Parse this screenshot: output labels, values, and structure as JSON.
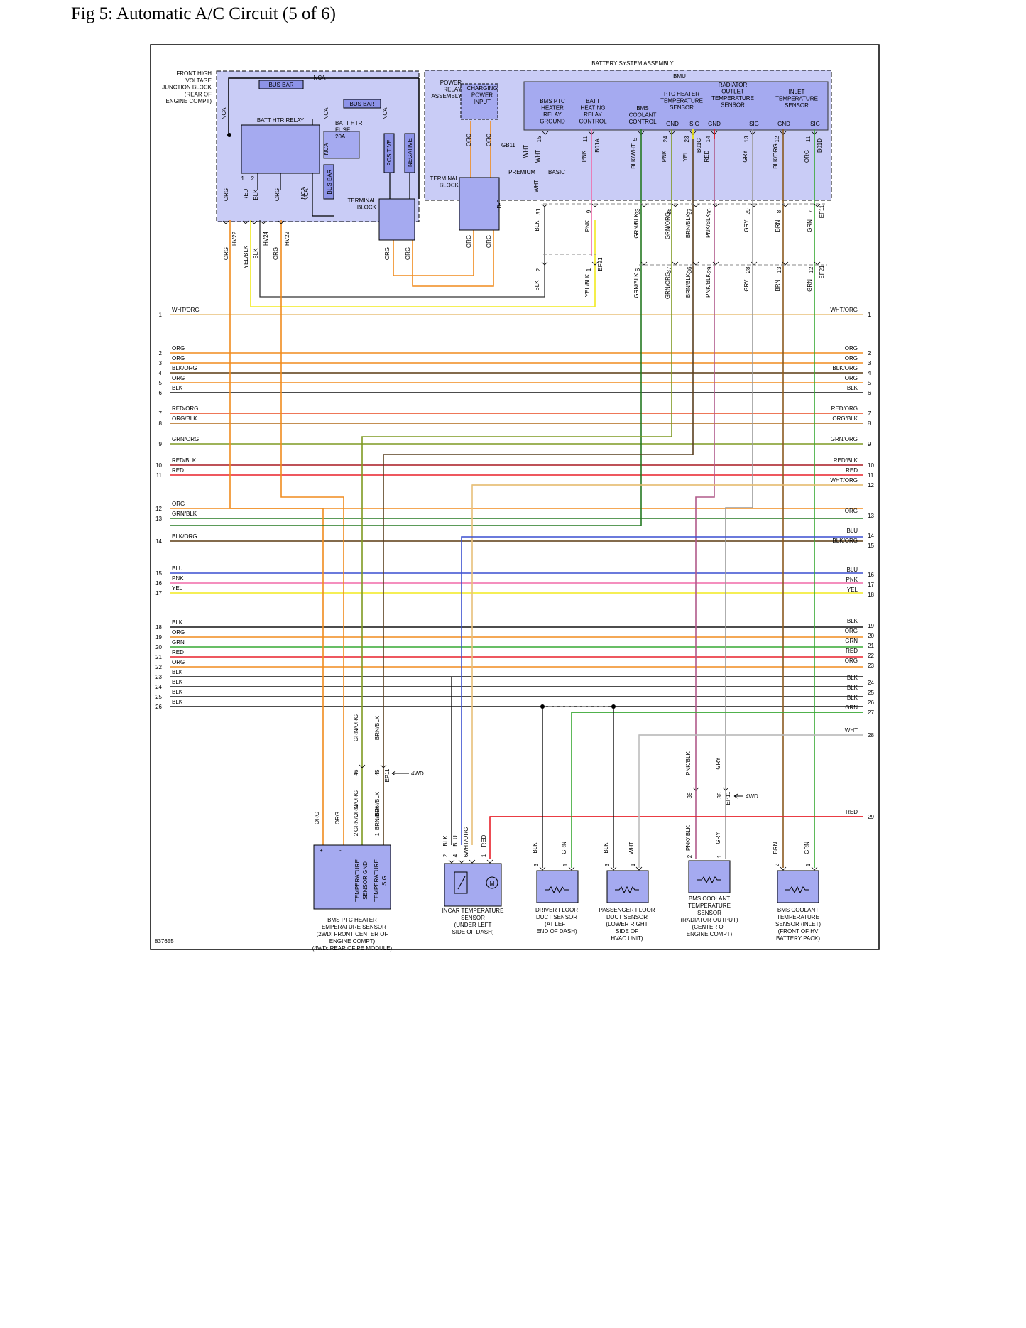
{
  "title": "Fig 5: Automatic A/C Circuit (5 of 6)",
  "figure_id": "837655",
  "colors": {
    "ORG": "#f08c1e",
    "BLK": "#111111",
    "RED": "#e8202a",
    "GRN": "#37a832",
    "BLU": "#3a4fd0",
    "PNK": "#f06aa8",
    "YEL": "#f2ea1e",
    "WHT": "#bdbdbd",
    "GRY": "#9a9a9a",
    "BRN": "#8a5a20",
    "GRN/ORG": "#7f9a22",
    "BRN/BLK": "#5a4020",
    "BLK/ORG": "#5a3a10",
    "RED/ORG": "#e84a20",
    "ORG/BLK": "#b06a18",
    "RED/BLK": "#a81820",
    "GRN/BLK": "#257a22",
    "WHT/ORG": "#e8c07a",
    "BLK/WHT": "#555555",
    "YEL/BLK": "#c4be1a",
    "PNK/BLK": "#b05a8a",
    "GRN/BLK2": "#257a22",
    "box_fill": "#c9ccf6",
    "comp_fill": "#a5aaf0",
    "dark_fill": "#8d93e8"
  },
  "modules": {
    "fhvjb": [
      "FRONT HIGH",
      "VOLTAGE",
      "JUNCTION BLOCK",
      "(REAR OF",
      "ENGINE COMPT)"
    ],
    "bus_bar": "BUS BAR",
    "nca": "NCA",
    "batt_htr_relay": "BATT HTR RELAY",
    "batt_htr_fuse": [
      "BATT HTR",
      "FUSE",
      "20A"
    ],
    "positive": "POSITIVE",
    "negative": "NEGATIVE",
    "terminal_block": [
      "TERMINAL",
      "BLOCK"
    ],
    "battery_system_assembly": "BATTERY SYSTEM ASSEMBLY",
    "bmu": "BMU",
    "power_relay_assembly": [
      "POWER",
      "RELAY",
      "ASSEMBLY"
    ],
    "charging_power_input": [
      "CHARGING",
      "POWER",
      "INPUT"
    ],
    "gb11": "GB11",
    "premium": "PREMIUM",
    "basic": "BASIC",
    "hbf": "HB-F",
    "bms_ptc_relay_ground": [
      "BMS PTC",
      "HEATER",
      "RELAY",
      "GROUND"
    ],
    "batt_heating_relay_control": [
      "BATT",
      "HEATING",
      "RELAY",
      "CONTROL"
    ],
    "bms_coolant_control": [
      "BMS",
      "COOLANT",
      "CONTROL"
    ],
    "ptc_heater_temp_sensor": [
      "PTC HEATER",
      "TEMPERATURE",
      "SENSOR"
    ],
    "radiator_outlet_temp_sensor": [
      "RADIATOR",
      "OUTLET",
      "TEMPERATURE",
      "SENSOR"
    ],
    "inlet_temp_sensor": [
      "INLET",
      "TEMPERATURE",
      "SENSOR"
    ],
    "gnd": "GND",
    "sig": "SIG",
    "four_wd": "4WD"
  },
  "connectors": {
    "hv22": "HV22",
    "hv24": "HV24",
    "b01a": "B01A",
    "b01c": "B01C",
    "b01d": "B01D",
    "ef21": "EF21",
    "ef11": "EF11",
    "ef11b": "EF11",
    "ef21b": "EF21",
    "ep11": "EP11",
    "ep11b": "EP11"
  },
  "jb_wires": [
    {
      "label": "ORG",
      "pin": ""
    },
    {
      "label": "RED",
      "pin": "1"
    },
    {
      "label": "BLK",
      "pin": "2"
    },
    {
      "label": "ORG",
      "pin": ""
    },
    {
      "label": "NCA",
      "pin": ""
    }
  ],
  "bmu_pins": [
    {
      "label": "WHT",
      "pin": "15"
    },
    {
      "label": "PNK",
      "pin": "11"
    },
    {
      "label": "BLK/WHT",
      "pin": "5"
    },
    {
      "label": "PNK",
      "pin": "24"
    },
    {
      "label": "YEL",
      "pin": "23"
    },
    {
      "label": "RED",
      "pin": "14"
    },
    {
      "label": "GRY",
      "pin": "13"
    },
    {
      "label": "BLK/ORG",
      "pin": "12"
    },
    {
      "label": "ORG",
      "pin": "11"
    }
  ],
  "mid_pins": [
    {
      "label": "BLK",
      "pin": "31"
    },
    {
      "label": "PNK",
      "pin": "9"
    },
    {
      "label": "GRN/BLK",
      "pin": "23"
    },
    {
      "label": "GRN/ORG",
      "pin": "28"
    },
    {
      "label": "BRN/BLK",
      "pin": "27"
    },
    {
      "label": "PNK/BLK",
      "pin": "30"
    },
    {
      "label": "GRY",
      "pin": "29"
    },
    {
      "label": "BRN",
      "pin": "8"
    },
    {
      "label": "GRN",
      "pin": "7"
    }
  ],
  "lower_pins": [
    {
      "label": "BLK",
      "pin": "2"
    },
    {
      "label": "YEL/BLK",
      "pin": "1"
    },
    {
      "label": "GRN/BLK",
      "pin": "6"
    },
    {
      "label": "GRN/ORG",
      "pin": "37"
    },
    {
      "label": "BRN/BLK",
      "pin": "36"
    },
    {
      "label": "PNK/BLK",
      "pin": "29"
    },
    {
      "label": "GRY",
      "pin": "28"
    },
    {
      "label": "BRN",
      "pin": "13"
    },
    {
      "label": "GRN",
      "pin": "12"
    }
  ],
  "bus_left": [
    {
      "n": "1",
      "label": "WHT/ORG",
      "color": "WHT/ORG"
    },
    {
      "n": "2",
      "label": "ORG",
      "color": "ORG"
    },
    {
      "n": "3",
      "label": "ORG",
      "color": "ORG"
    },
    {
      "n": "4",
      "label": "BLK/ORG",
      "color": "BLK/ORG"
    },
    {
      "n": "5",
      "label": "ORG",
      "color": "ORG"
    },
    {
      "n": "6",
      "label": "BLK",
      "color": "BLK"
    },
    {
      "n": "7",
      "label": "RED/ORG",
      "color": "RED/ORG"
    },
    {
      "n": "8",
      "label": "ORG/BLK",
      "color": "ORG/BLK"
    },
    {
      "n": "9",
      "label": "GRN/ORG",
      "color": "GRN/ORG"
    },
    {
      "n": "10",
      "label": "RED/BLK",
      "color": "RED/BLK"
    },
    {
      "n": "11",
      "label": "RED",
      "color": "RED"
    },
    {
      "n": "12",
      "label": "ORG",
      "color": "ORG"
    },
    {
      "n": "13",
      "label": "GRN/BLK",
      "color": "GRN/BLK"
    },
    {
      "n": "14",
      "label": "BLK/ORG",
      "color": "BLK/ORG"
    },
    {
      "n": "15",
      "label": "BLU",
      "color": "BLU"
    },
    {
      "n": "16",
      "label": "PNK",
      "color": "PNK"
    },
    {
      "n": "17",
      "label": "YEL",
      "color": "YEL"
    },
    {
      "n": "18",
      "label": "BLK",
      "color": "BLK"
    },
    {
      "n": "19",
      "label": "ORG",
      "color": "ORG"
    },
    {
      "n": "20",
      "label": "GRN",
      "color": "GRN"
    },
    {
      "n": "21",
      "label": "RED",
      "color": "RED"
    },
    {
      "n": "22",
      "label": "ORG",
      "color": "ORG"
    },
    {
      "n": "23",
      "label": "BLK",
      "color": "BLK"
    },
    {
      "n": "24",
      "label": "BLK",
      "color": "BLK"
    },
    {
      "n": "25",
      "label": "BLK",
      "color": "BLK"
    },
    {
      "n": "26",
      "label": "BLK",
      "color": "BLK"
    }
  ],
  "bus_right": [
    {
      "n": "1",
      "label": "WHT/ORG"
    },
    {
      "n": "2",
      "label": "ORG"
    },
    {
      "n": "3",
      "label": "ORG"
    },
    {
      "n": "4",
      "label": "BLK/ORG"
    },
    {
      "n": "5",
      "label": "ORG"
    },
    {
      "n": "6",
      "label": "BLK"
    },
    {
      "n": "7",
      "label": "RED/ORG"
    },
    {
      "n": "8",
      "label": "ORG/BLK"
    },
    {
      "n": "9",
      "label": "GRN/ORG"
    },
    {
      "n": "10",
      "label": "RED/BLK"
    },
    {
      "n": "11",
      "label": "RED"
    },
    {
      "n": "12",
      "label": "WHT/ORG"
    },
    {
      "n": "13",
      "label": "ORG"
    },
    {
      "n": "14",
      "label": "BLU"
    },
    {
      "n": "15",
      "label": "BLK/ORG"
    },
    {
      "n": "16",
      "label": "BLU"
    },
    {
      "n": "17",
      "label": "PNK"
    },
    {
      "n": "18",
      "label": "YEL"
    },
    {
      "n": "19",
      "label": "BLK"
    },
    {
      "n": "20",
      "label": "ORG"
    },
    {
      "n": "21",
      "label": "GRN"
    },
    {
      "n": "22",
      "label": "RED"
    },
    {
      "n": "23",
      "label": "ORG"
    },
    {
      "n": "24",
      "label": "BLK"
    },
    {
      "n": "25",
      "label": "BLK"
    },
    {
      "n": "26",
      "label": "BLK"
    },
    {
      "n": "27",
      "label": "GRN"
    },
    {
      "n": "28",
      "label": "WHT"
    },
    {
      "n": "29",
      "label": "RED"
    }
  ],
  "sensors": {
    "bms_ptc": {
      "name": [
        "BMS PTC HEATER",
        "TEMPERATURE SENSOR",
        "(2WD: FRONT CENTER OF",
        "ENGINE COMPT)",
        "(4WD: REAR OF PE MODULE)"
      ],
      "plus": "+",
      "minus": "-",
      "pins_inner": [
        "TEMPERATURE",
        "SENSOR GND",
        "TEMPERATURE",
        "SIG"
      ],
      "wires": [
        {
          "label": "ORG",
          "pin": ""
        },
        {
          "label": "ORG",
          "pin": ""
        },
        {
          "label": "GRN/ORG",
          "pin": "2"
        },
        {
          "label": "BRN/BLK",
          "pin": "1"
        }
      ],
      "upper_wires": [
        {
          "label": "GRN/ORG",
          "pin": "46"
        },
        {
          "label": "BRN/BLK",
          "pin": "45"
        }
      ]
    },
    "incar": {
      "name": [
        "INCAR TEMPERATURE",
        "SENSOR",
        "(UNDER LEFT",
        "SIDE OF DASH)"
      ],
      "motor": "M",
      "wires": [
        {
          "label": "BLK",
          "pin": "2"
        },
        {
          "label": "BLU",
          "pin": "4"
        },
        {
          "label": "WHT/ORG",
          "pin": "6"
        },
        {
          "label": "RED",
          "pin": "1"
        }
      ]
    },
    "driver_floor": {
      "name": [
        "DRIVER FLOOR",
        "DUCT SENSOR",
        "(AT LEFT",
        "END OF DASH)"
      ],
      "wires": [
        {
          "label": "BLK",
          "pin": "3"
        },
        {
          "label": "GRN",
          "pin": "1"
        }
      ]
    },
    "passenger_floor": {
      "name": [
        "PASSENGER FLOOR",
        "DUCT SENSOR",
        "(LOWER RIGHT",
        "SIDE OF",
        "HVAC UNIT)"
      ],
      "wires": [
        {
          "label": "BLK",
          "pin": "3"
        },
        {
          "label": "WHT",
          "pin": "1"
        }
      ]
    },
    "bms_coolant_radiator": {
      "name": [
        "BMS COOLANT",
        "TEMPERATURE",
        "SENSOR",
        "(RADIATOR OUTPUT)",
        "(CENTER OF",
        "ENGINE COMPT)"
      ],
      "wires": [
        {
          "label": "PNK/ BLK",
          "pin": "2"
        },
        {
          "label": "GRY",
          "pin": "1"
        }
      ],
      "upper_wires": [
        {
          "label": "PNK/BLK",
          "pin": "39"
        },
        {
          "label": "GRY",
          "pin": "38"
        }
      ]
    },
    "bms_coolant_inlet": {
      "name": [
        "BMS COOLANT",
        "TEMPERATURE",
        "SENSOR (INLET)",
        "(FRONT OF HV",
        "BATTERY PACK)"
      ],
      "wires": [
        {
          "label": "BRN",
          "pin": "2"
        },
        {
          "label": "GRN",
          "pin": "1"
        }
      ]
    }
  }
}
